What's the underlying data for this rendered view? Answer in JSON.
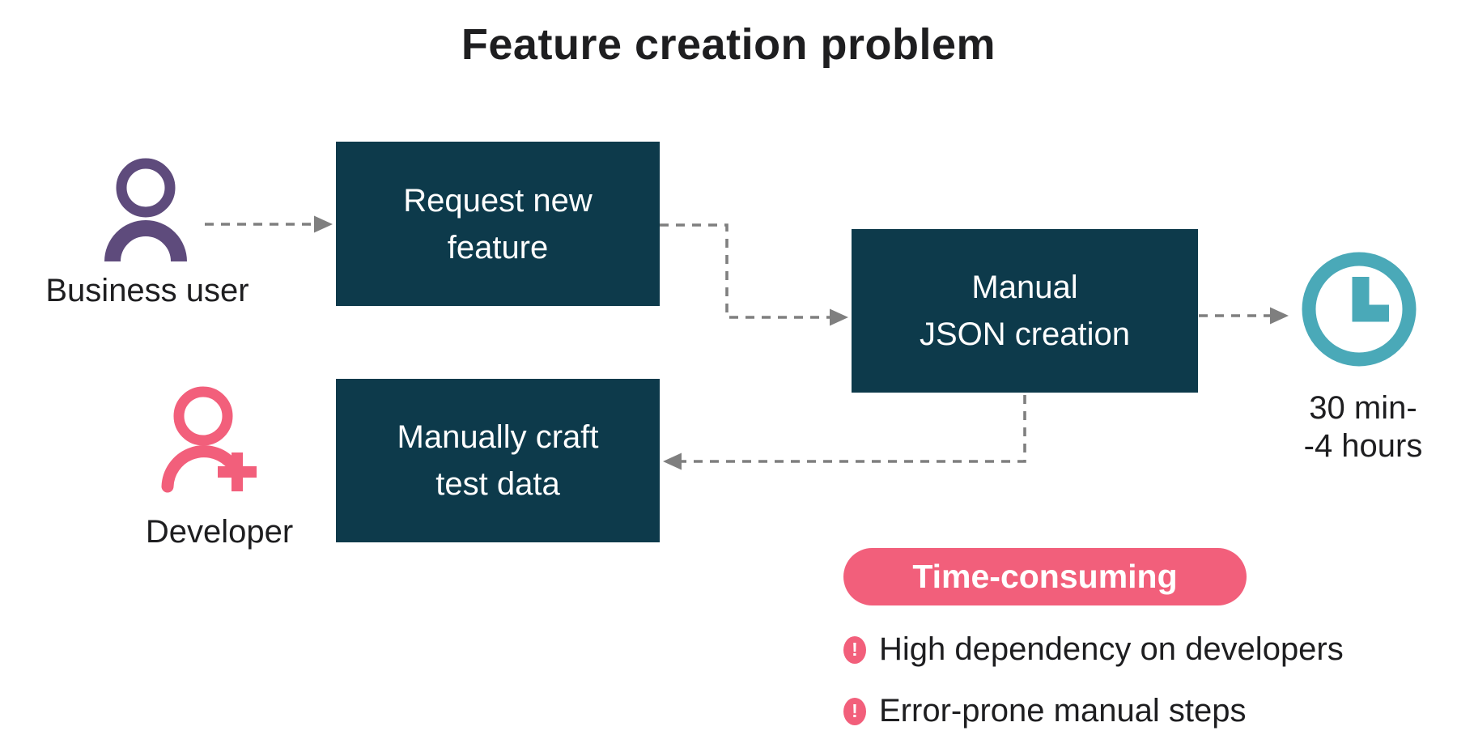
{
  "title": "Feature creation problem",
  "colors": {
    "box": "#0d3a4b",
    "pink": "#f25f7b",
    "teal": "#4aa9b8",
    "purple": "#5e4b7c",
    "connector": "#7f7f7f",
    "text": "#1e1e20"
  },
  "actors": {
    "business_user": {
      "label": "Business user",
      "icon": "person-icon"
    },
    "developer": {
      "label": "Developer",
      "icon": "person-add-icon"
    }
  },
  "steps": {
    "request_feature": {
      "label": "Request new\nfeature"
    },
    "manual_json": {
      "label": "Manual\nJSON creation"
    },
    "craft_test_data": {
      "label": "Manually craft\ntest data"
    }
  },
  "duration": {
    "label": "30 min-\n-4 hours",
    "icon": "clock-icon"
  },
  "badge": {
    "label": "Time-consuming"
  },
  "issues": [
    {
      "icon": "alert-icon",
      "text": "High dependency on developers",
      "exclamation": "!"
    },
    {
      "icon": "alert-icon",
      "text": "Error-prone manual steps",
      "exclamation": "!"
    }
  ]
}
